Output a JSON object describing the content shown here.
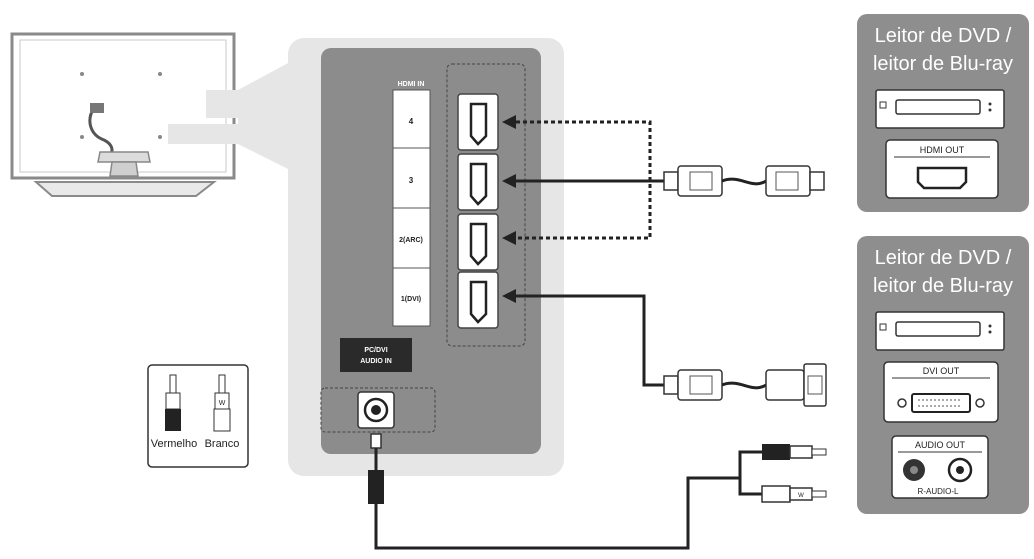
{
  "tv_panel": {
    "hdmi_header": "HDMI IN",
    "ports": [
      {
        "label": "4"
      },
      {
        "label": "3"
      },
      {
        "label": "2(ARC)"
      },
      {
        "label": "1(DVI)"
      }
    ],
    "pc_audio_label_line1": "PC/DVI",
    "pc_audio_label_line2": "AUDIO IN"
  },
  "legend": {
    "red_label": "Vermelho",
    "white_label": "Branco",
    "white_plug_letter": "W"
  },
  "device_top": {
    "title_line1": "Leitor de DVD /",
    "title_line2": "leitor de Blu-ray",
    "output_label": "HDMI OUT"
  },
  "device_bottom": {
    "title_line1": "Leitor de DVD /",
    "title_line2": "leitor de Blu-ray",
    "output_label": "DVI OUT",
    "audio_label": "AUDIO OUT",
    "audio_channels": "R-AUDIO-L",
    "audio_plug_letter": "W"
  },
  "colors": {
    "panel_light": "#e6e6e6",
    "panel_dark": "#8c8c8c",
    "device_box": "#8e8e8e",
    "cable": "#333333",
    "text_dark": "#222222"
  }
}
